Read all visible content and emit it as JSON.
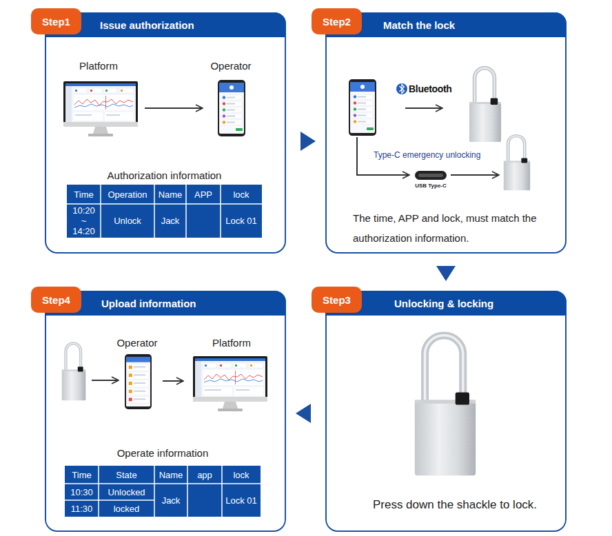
{
  "diagram": {
    "nodes": [
      {
        "text": [
          "Step1",
          "Issue authorization"
        ]
      },
      {
        "text": [
          "Platform"
        ],
        "in": 0
      },
      {
        "text": [
          "Operator"
        ],
        "in": 0
      },
      {
        "text": [
          "Step2",
          "Match the lock"
        ]
      },
      {
        "text": [
          "Step3",
          "Unlocking & locking"
        ]
      },
      {
        "text": [
          "Step4",
          "Upload information"
        ]
      },
      {
        "text": [
          "Operator"
        ],
        "in": 5
      },
      {
        "text": [
          "Platform"
        ],
        "in": 5
      }
    ],
    "edges": [
      {
        "from": 0,
        "to": 3,
        "arrow": "to"
      },
      {
        "from": 3,
        "to": 4,
        "arrow": "to"
      },
      {
        "from": 4,
        "to": 5,
        "arrow": "to"
      },
      {
        "from": 1,
        "to": 2,
        "arrow": "to"
      },
      {
        "from": 6,
        "to": 7,
        "arrow": "to"
      }
    ],
    "labels": [
      "Authorization information",
      "Time",
      "Operation",
      "Name",
      "APP",
      "lock",
      "10:20 ~ 14:20",
      "Unlock",
      "Jack",
      "Lock 01",
      "Bluetooth",
      "Type-C emergency unlocking",
      "USB Type-C",
      "The time, APP and lock, must match the authorization information.",
      "Press down the shackle to lock.",
      "Operate information",
      "Time",
      "State",
      "Name",
      "app",
      "lock",
      "10:30",
      "Unlocked",
      "11:30",
      "locked",
      "Jack",
      "Lock 01"
    ]
  }
}
